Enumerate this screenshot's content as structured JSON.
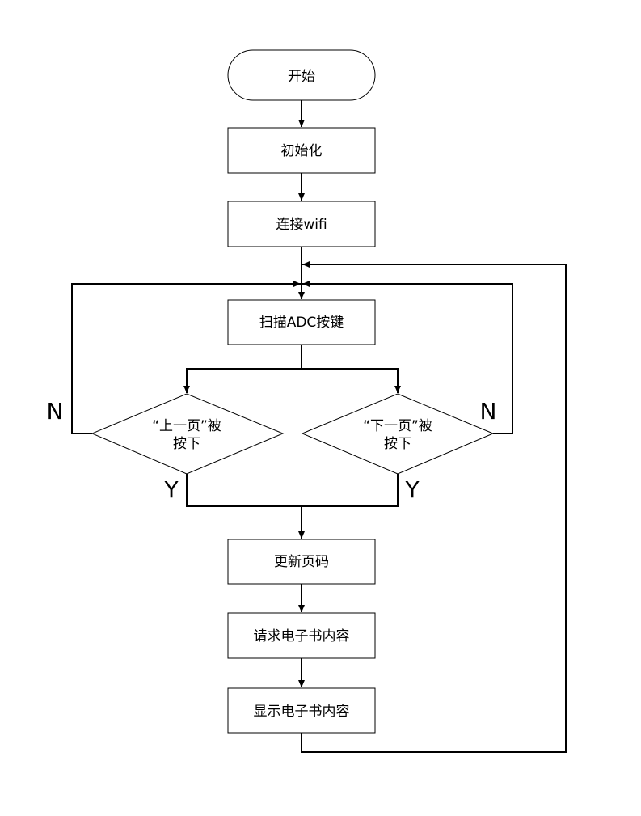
{
  "nodes": {
    "start": "开始",
    "init": "初始化",
    "wifi": "连接wifi",
    "scan": "扫描ADC按键",
    "prev_line1": "“上一页”被",
    "prev_line2": "按下",
    "next_line1": "“下一页”被",
    "next_line2": "按下",
    "update": "更新页码",
    "request": "请求电子书内容",
    "display": "显示电子书内容"
  },
  "branch_labels": {
    "prev_no": "N",
    "next_no": "N",
    "prev_yes": "Y",
    "next_yes": "Y"
  }
}
